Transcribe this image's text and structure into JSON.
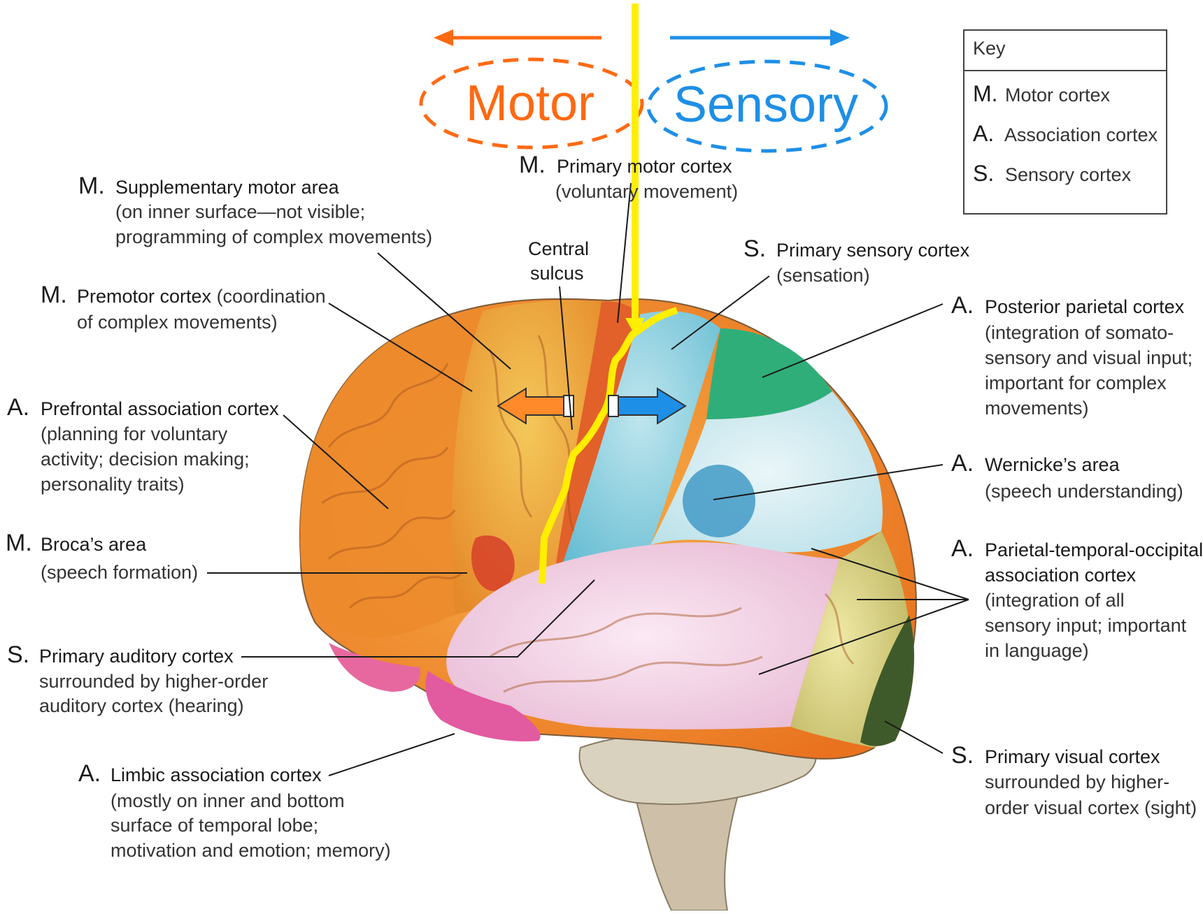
{
  "header": {
    "motor_label": "Motor",
    "sensory_label": "Sensory",
    "motor_color": "#ff6a13",
    "sensory_color": "#1e8fe6",
    "divider_color": "#ffee00"
  },
  "key": {
    "title": "Key",
    "items": [
      {
        "code": "M.",
        "text": "Motor cortex"
      },
      {
        "code": "A.",
        "text": "Association cortex"
      },
      {
        "code": "S.",
        "text": "Sensory cortex"
      }
    ]
  },
  "central_sulcus": {
    "line1": "Central",
    "line2": "sulcus"
  },
  "labels": {
    "primary_motor": {
      "code": "M.",
      "name": "Primary motor cortex",
      "lines": [
        "(voluntary movement)"
      ]
    },
    "supplementary_motor": {
      "code": "M.",
      "name": "Supplementary motor area",
      "lines": [
        "(on inner surface—not visible;",
        "programming of complex movements)"
      ]
    },
    "premotor": {
      "code": "M.",
      "name": "Premotor cortex",
      "name_suffix": " (coordination",
      "lines": [
        "of complex movements)"
      ]
    },
    "prefrontal": {
      "code": "A.",
      "name": "Prefrontal association cortex",
      "lines": [
        "(planning for voluntary",
        "activity; decision making;",
        "personality traits)"
      ]
    },
    "broca": {
      "code": "M.",
      "name": "Broca’s area",
      "lines": [
        "(speech formation)"
      ]
    },
    "auditory": {
      "code": "S.",
      "name": "Primary auditory cortex",
      "lines": [
        "surrounded by higher-order",
        "auditory cortex (hearing)"
      ]
    },
    "limbic": {
      "code": "A.",
      "name": "Limbic association cortex",
      "lines": [
        "(mostly on inner and bottom",
        "surface of temporal lobe;",
        "motivation and emotion; memory)"
      ]
    },
    "primary_sensory": {
      "code": "S.",
      "name": "Primary sensory cortex",
      "lines": [
        "(sensation)"
      ]
    },
    "posterior_parietal": {
      "code": "A.",
      "name": "Posterior parietal cortex",
      "lines": [
        "(integration of somato-",
        "sensory and visual input;",
        "important for complex",
        "movements)"
      ]
    },
    "wernicke": {
      "code": "A.",
      "name": "Wernicke’s area",
      "lines": [
        "(speech understanding)"
      ]
    },
    "pto": {
      "code": "A.",
      "name": "Parietal-temporal-occipital",
      "lines": [
        "association cortex",
        "(integration of all",
        "sensory input; important",
        "in language)"
      ]
    },
    "visual": {
      "code": "S.",
      "name": "Primary visual cortex",
      "lines": [
        "surrounded by higher-",
        "order visual cortex (sight)"
      ]
    }
  }
}
